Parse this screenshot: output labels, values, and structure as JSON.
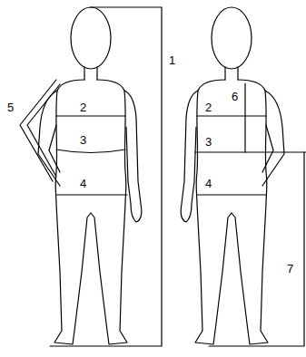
{
  "diagram": {
    "labels": [
      "1",
      "5",
      "2",
      "3",
      "4",
      "6",
      "2",
      "3",
      "4",
      "7"
    ]
  }
}
